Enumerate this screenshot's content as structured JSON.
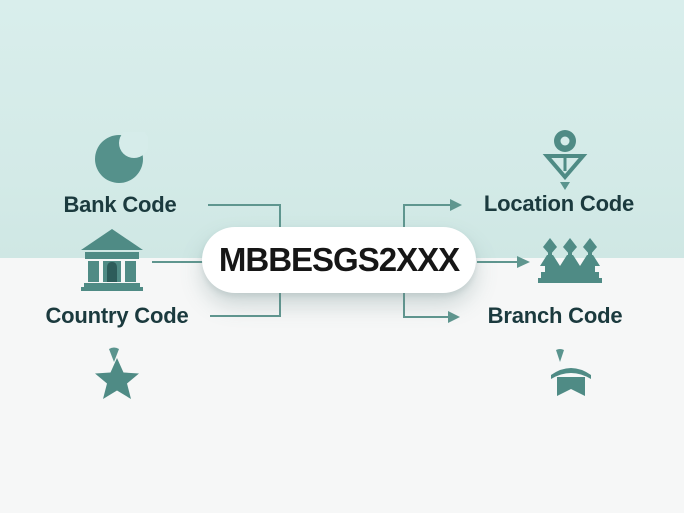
{
  "diagram": {
    "swift_code": "MBBESGS2XXX",
    "left": {
      "bank_label": "Bank Code",
      "country_label": "Country Code"
    },
    "right": {
      "location_label": "Location Code",
      "branch_label": "Branch Code"
    },
    "icons": {
      "moon": "moon-icon",
      "bank": "bank-building-icon",
      "star": "star-icon",
      "location_pin": "location-pin-icon",
      "branch_figures": "finial-podium-icon",
      "ribbon": "ribbon-banner-icon"
    },
    "colors": {
      "band_teal": "#d3eae7",
      "background": "#f6f7f7",
      "icon_teal": "#4f8b85",
      "line_teal": "#5f968f",
      "label_text": "#1b3a3e",
      "code_text": "#161616",
      "pill_background": "#ffffff"
    }
  }
}
